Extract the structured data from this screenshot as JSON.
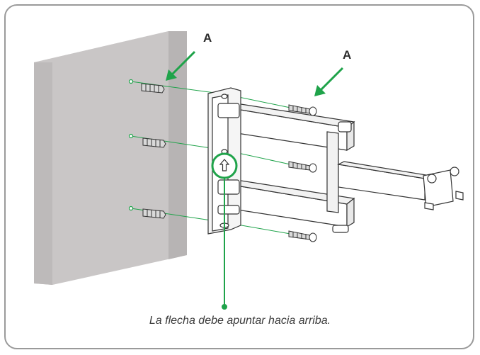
{
  "labels": {
    "a_left": "A",
    "a_right": "A"
  },
  "caption": "La flecha debe apuntar hacia arriba.",
  "colors": {
    "accent_green": "#1fa34a",
    "wall": "#c9c6c6",
    "wall_edge": "#a9a6a6",
    "bracket_stroke": "#333333",
    "frame": "#9a9a9a"
  },
  "icons": {
    "wall": "wall-panel",
    "anchor": "wall-plug-anchor",
    "screw": "screw",
    "bracket": "articulating-wall-mount",
    "arrow": "up-arrow-icon"
  }
}
